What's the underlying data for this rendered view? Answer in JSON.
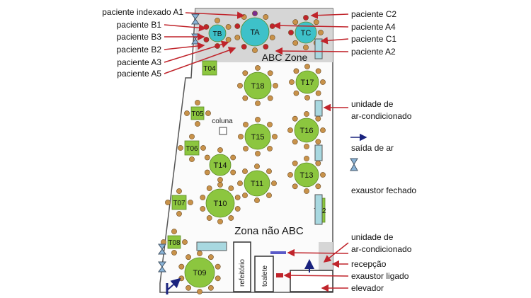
{
  "zones": {
    "abc": "ABC Zone",
    "non_abc": "Zona não ABC"
  },
  "tables": [
    {
      "id": "TA",
      "shape": "round",
      "color": "#3ec1c9",
      "chairs": 10
    },
    {
      "id": "TB",
      "shape": "round",
      "color": "#3ec1c9",
      "chairs": 6
    },
    {
      "id": "TC",
      "shape": "round",
      "color": "#3ec1c9",
      "chairs": 8
    },
    {
      "id": "T04",
      "shape": "square",
      "color": "#8cc63f",
      "chairs": 0
    },
    {
      "id": "T05",
      "shape": "square",
      "color": "#8cc63f",
      "chairs": 4
    },
    {
      "id": "T06",
      "shape": "square",
      "color": "#8cc63f",
      "chairs": 4
    },
    {
      "id": "T07",
      "shape": "square",
      "color": "#8cc63f",
      "chairs": 4
    },
    {
      "id": "T08",
      "shape": "square",
      "color": "#8cc63f",
      "chairs": 4
    },
    {
      "id": "T09",
      "shape": "round",
      "color": "#8cc63f",
      "chairs": 10
    },
    {
      "id": "T10",
      "shape": "round",
      "color": "#8cc63f",
      "chairs": 10
    },
    {
      "id": "T11",
      "shape": "round",
      "color": "#8cc63f",
      "chairs": 8
    },
    {
      "id": "T12",
      "shape": "square",
      "color": "#8cc63f",
      "chairs": 0
    },
    {
      "id": "T13",
      "shape": "round",
      "color": "#8cc63f",
      "chairs": 8
    },
    {
      "id": "T14",
      "shape": "round",
      "color": "#8cc63f",
      "chairs": 6
    },
    {
      "id": "T15",
      "shape": "round",
      "color": "#8cc63f",
      "chairs": 8
    },
    {
      "id": "T16",
      "shape": "round",
      "color": "#8cc63f",
      "chairs": 8
    },
    {
      "id": "T17",
      "shape": "round",
      "color": "#8cc63f",
      "chairs": 8
    },
    {
      "id": "T18",
      "shape": "round",
      "color": "#8cc63f",
      "chairs": 8
    }
  ],
  "rooms": {
    "coluna": "coluna",
    "refeitorio": "refeitório",
    "toalete": "toalete"
  },
  "left_labels": [
    "paciente indexado A1",
    "paciente B1",
    "paciente B3",
    "paciente B2",
    "paciente A3",
    "paciente A5"
  ],
  "right_labels": [
    "paciente C2",
    "paciente A4",
    "paciente C1",
    "paciente A2"
  ],
  "legend": {
    "ac_top": [
      "unidade de",
      "ar-condicionado"
    ],
    "saida": "saída de ar",
    "exaustor_fechado": "exaustor fechado",
    "ac_bottom": [
      "unidade de",
      "ar-condicionado"
    ],
    "recepcao": "recepção",
    "exaustor_ligado": "exaustor ligado",
    "elevador": "elevador"
  },
  "colors": {
    "abc_zone_bg": "#d6d6d6",
    "patient_marker": "#c0242b",
    "index_patient": "#7b2d8e",
    "round_abc": "#3ec1c9",
    "table_green": "#8cc63f",
    "chair": "#c8924a",
    "ac_unit": "#a8d8e0",
    "airflow": "#1a237e",
    "annotation_line": "#c0242b"
  }
}
